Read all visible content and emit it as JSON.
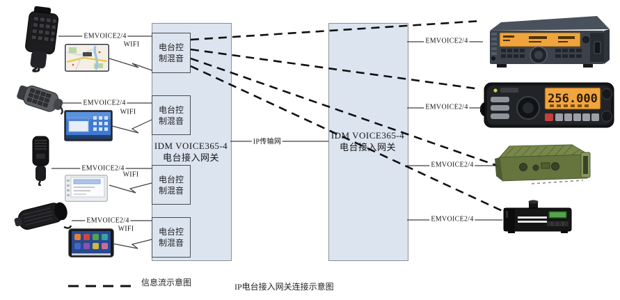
{
  "title": "IP电台接入网关连接示意图",
  "legend": {
    "label": "信息流示意图"
  },
  "ip_network_label": "IP传输网",
  "gateway_left": {
    "name_line1": "IDM VOICE365-4",
    "name_line2": "电台接入网关",
    "modules": [
      {
        "label": "电台控制混音"
      },
      {
        "label": "电台控制混音"
      },
      {
        "label": "电台控制混音"
      },
      {
        "label": "电台控制混音"
      }
    ]
  },
  "gateway_right": {
    "name_line1": "IDM VOICE365-4",
    "name_line2": "电台接入网关"
  },
  "left_rows": [
    {
      "emvoice_label": "EMVOICE2/4",
      "wifi_label": "WIFI",
      "mic": "keypad-handheld-microphone",
      "screen": "map-tablet"
    },
    {
      "emvoice_label": "EMVOICE2/4",
      "wifi_label": "WIFI",
      "mic": "keypad-handheld-microphone",
      "screen": "desktop-monitor"
    },
    {
      "emvoice_label": "EMVOICE2/4",
      "wifi_label": "WIFI",
      "mic": "slim-handheld-microphone",
      "screen": "control-panel"
    },
    {
      "emvoice_label": "EMVOICE2/4",
      "wifi_label": "WIFI",
      "mic": "desk-microphone",
      "screen": "app-tablet"
    }
  ],
  "right_rows": [
    {
      "emvoice_label": "EMVOICE2/4",
      "device": "hf-transceiver"
    },
    {
      "emvoice_label": "EMVOICE2/4",
      "device": "mobile-radio",
      "display": "256.000"
    },
    {
      "emvoice_label": "EMVOICE2/4",
      "device": "military-field-radio"
    },
    {
      "emvoice_label": "EMVOICE2/4",
      "device": "manpack-radio"
    }
  ],
  "colors": {
    "gateway_fill": "#dce4f0",
    "gateway_border": "#8a9099",
    "module_border": "#4a4a4a",
    "line": "#3f3f3f",
    "dashed_line": "#101010",
    "lcd_orange": "#f2a43e",
    "military_green": "#78884a",
    "lcd_green": "#54a44a"
  }
}
